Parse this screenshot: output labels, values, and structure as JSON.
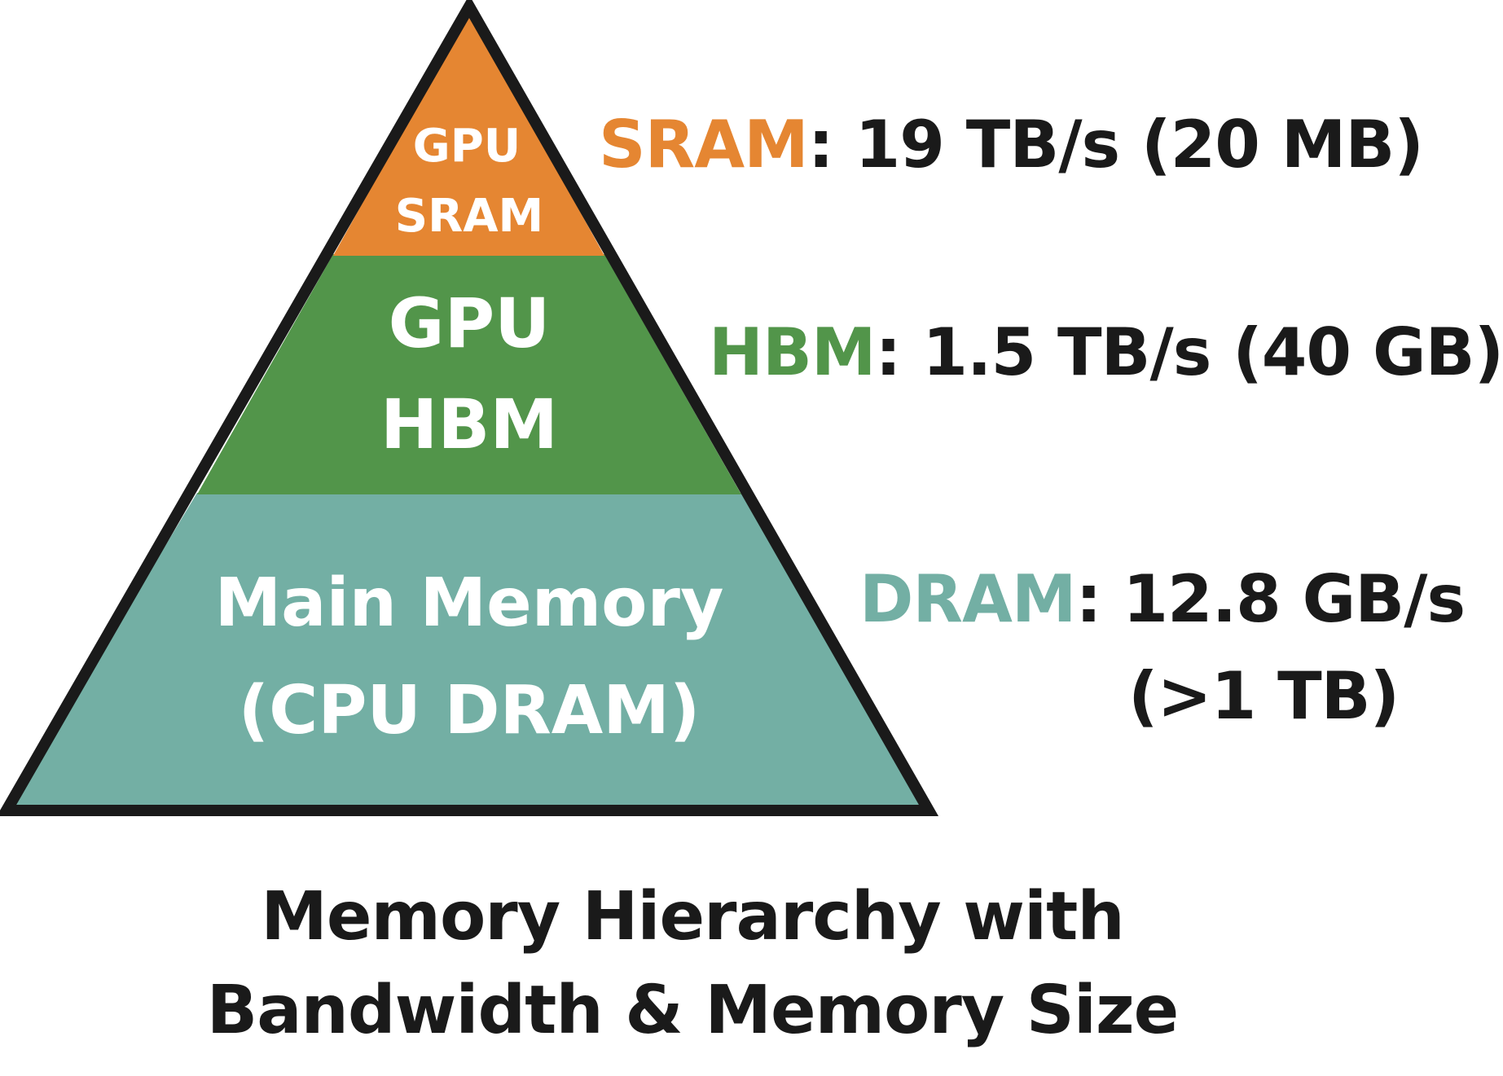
{
  "colors": {
    "sram": "#E58632",
    "hbm": "#52954A",
    "dram": "#73AFA4",
    "outline": "#1a1a1a",
    "text": "#1a1a1a"
  },
  "tiers": {
    "sram": {
      "line1": "GPU",
      "line2": "SRAM"
    },
    "hbm": {
      "line1": "GPU",
      "line2": "HBM"
    },
    "dram": {
      "line1": "Main Memory",
      "line2": "(CPU DRAM)"
    }
  },
  "specs": {
    "sram": {
      "key": "SRAM",
      "value": ": 19 TB/s (20 MB)"
    },
    "hbm": {
      "key": "HBM",
      "value": ": 1.5 TB/s (40 GB)"
    },
    "dram": {
      "key": "DRAM",
      "value": ": 12.8 GB/s",
      "value2": "(>1 TB)"
    }
  },
  "caption": {
    "line1": "Memory Hierarchy with",
    "line2": "Bandwidth & Memory Size"
  }
}
